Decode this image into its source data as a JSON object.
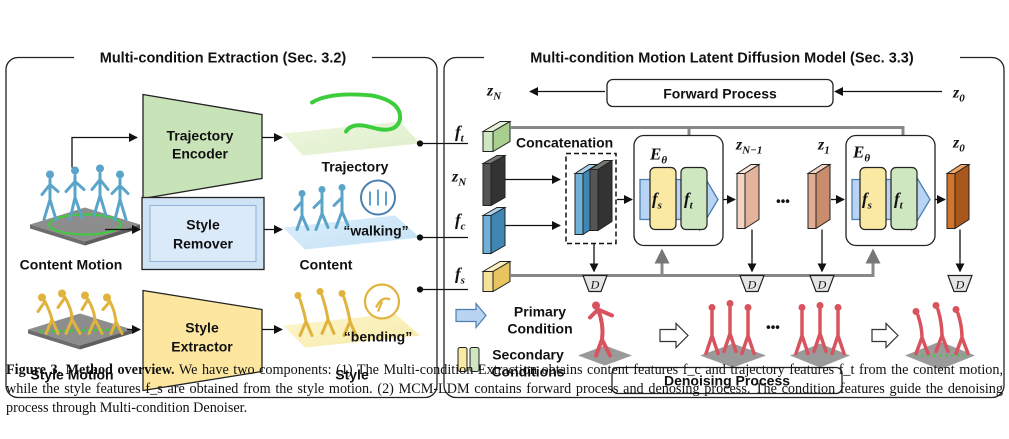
{
  "panels": {
    "left_title": "Multi-condition Extraction (Sec. 3.2)",
    "right_title": "Multi-condition Motion Latent Diffusion Model (Sec. 3.3)"
  },
  "extraction": {
    "trajectory_encoder": [
      "Trajectory",
      "Encoder"
    ],
    "style_remover": [
      "Style",
      "Remover"
    ],
    "style_extractor": [
      "Style",
      "Extractor"
    ],
    "content_motion": "Content Motion",
    "style_motion": "Style Motion",
    "trajectory_label": "Trajectory",
    "content_label": "Content",
    "style_label": "Style",
    "walking_label": "“walking”",
    "bending_label": "“bending”"
  },
  "features": {
    "ft": "f",
    "ft_sub": "t",
    "fc": "f",
    "fc_sub": "c",
    "fs": "f",
    "fs_sub": "s",
    "zN": "z",
    "zN_sub": "N"
  },
  "diffusion": {
    "forward_process": "Forward Process",
    "denoising_process": "Denoising Process",
    "concatenation": "Concatenation",
    "z0_left": "z",
    "z0_left_sub": "0",
    "zN_top": "z",
    "zN_top_sub": "N",
    "E_theta": "E",
    "E_sub": "θ",
    "zN_minus_1": "z",
    "zN_minus_1_sub": "N−1",
    "z1": "z",
    "z1_sub": "1",
    "z0_right": "z",
    "z0_right_sub": "0",
    "ellipsis": "•••",
    "decoder": "D",
    "fs_inner": "f",
    "fs_inner_sub": "s",
    "ft_inner": "f",
    "ft_inner_sub": "t"
  },
  "legend": {
    "primary": [
      "Primary",
      "Condition"
    ],
    "secondary": [
      "Secondary",
      "Conditions"
    ]
  },
  "caption": {
    "label": "Figure 3.",
    "heading": "Method overview.",
    "text": "We have two components: (1) The Multi-condition Extraction obtains content features f_c and trajectory features f_t from the content motion, while the style features f_s are obtained from the style motion. (2) MCM-LDM contains forward process and denosing process. The condition features guide the denoising process through Multi-condition Denoiser."
  },
  "colors": {
    "encoder_green": "#c9e3b8",
    "remover_blue": "#cfe3f5",
    "extractor_yellow": "#fde7a0",
    "fs_yellow": "#f9e9a2",
    "ft_green": "#cfe7c0",
    "primary_blue": "#b9d3f2",
    "latent_peach": "#f3d4c3",
    "z0_orange": "#d2742a",
    "trajectory_line": "#3ccd3c",
    "figure_red": "#d9535f",
    "figure_blue": "#5ba4c9",
    "figure_gold": "#e0b33d"
  }
}
